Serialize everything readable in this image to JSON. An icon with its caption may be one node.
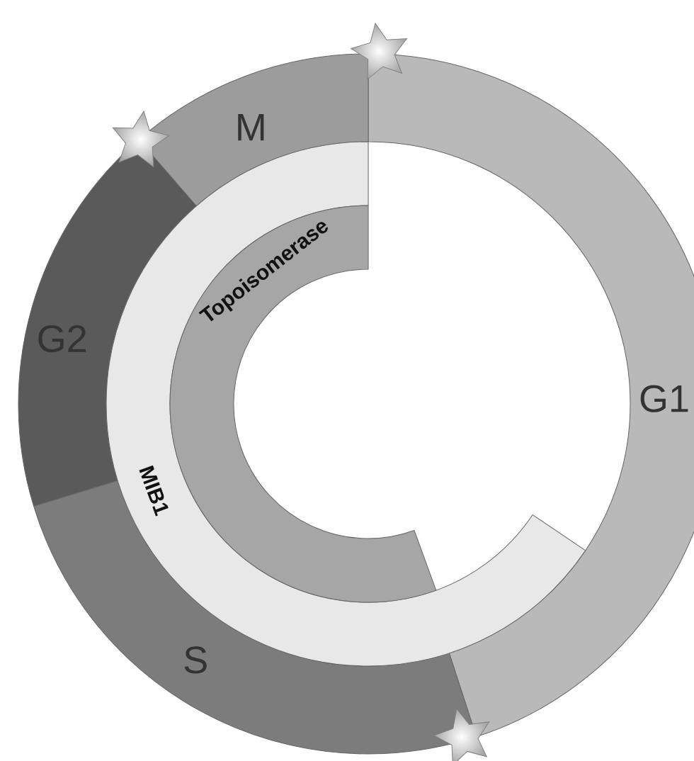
{
  "diagram": {
    "nodes": [
      {
        "text": [
          "M"
        ]
      },
      {
        "text": [
          "G2"
        ]
      },
      {
        "text": [
          "Topoisomerase"
        ]
      },
      {
        "text": [
          "G1"
        ]
      },
      {
        "text": [
          "MIB1"
        ]
      },
      {
        "text": [
          "S"
        ]
      },
      {
        "text": [],
        "shape": "star"
      },
      {
        "text": [],
        "shape": "star"
      },
      {
        "text": [],
        "shape": "star"
      }
    ]
  }
}
